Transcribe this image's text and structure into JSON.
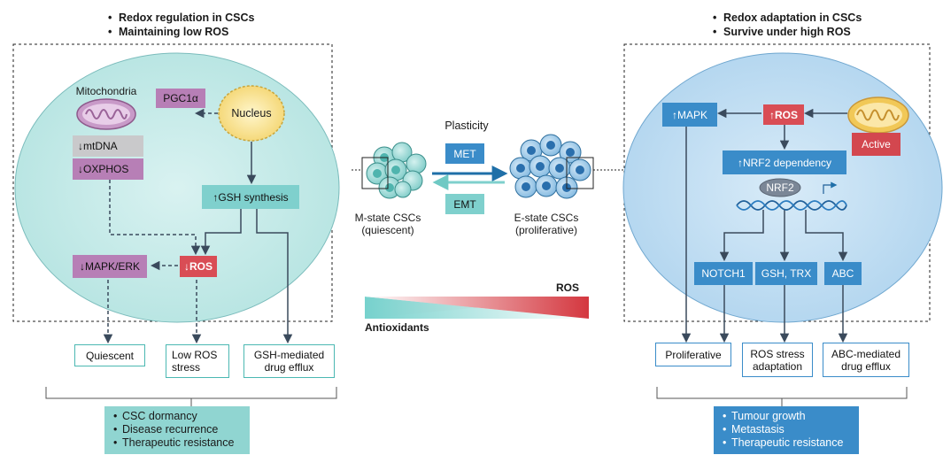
{
  "left": {
    "headers": [
      "Redox regulation in CSCs",
      "Maintaining low ROS"
    ],
    "mitochondria": "Mitochondria",
    "pgc": "PGC1α",
    "nucleus": "Nucleus",
    "mtdna": "↓mtDNA",
    "oxphos": "↓OXPHOS",
    "gsh_synthesis": "↑GSH synthesis",
    "mapk_erk": "↓MAPK/ERK",
    "ros": "↓ROS",
    "outcomes": [
      "Quiescent",
      "Low ROS stress",
      "GSH-mediated drug efflux"
    ],
    "bullets": [
      "CSC dormancy",
      "Disease recurrence",
      "Therapeutic resistance"
    ]
  },
  "middle": {
    "plasticity": "Plasticity",
    "met": "MET",
    "emt": "EMT",
    "m_state": "M-state CSCs",
    "m_state_sub": "(quiescent)",
    "e_state": "E-state CSCs",
    "e_state_sub": "(proliferative)",
    "ros_label": "ROS",
    "antioxidants_label": "Antioxidants"
  },
  "right": {
    "headers": [
      "Redox adaptation in CSCs",
      "Survive under high ROS"
    ],
    "mapk": "↑MAPK",
    "ros": "↑ROS",
    "active": "Active",
    "nrf2_dependency": "↑NRF2 dependency",
    "nrf2": "NRF2",
    "notch1": "NOTCH1",
    "gsh_trx": "GSH, TRX",
    "abc": "ABC",
    "outcomes": [
      "Proliferative",
      "ROS stress adaptation",
      "ABC-mediated drug efflux"
    ],
    "bullets": [
      "Tumour growth",
      "Metastasis",
      "Therapeutic resistance"
    ]
  },
  "colors": {
    "left_cell": "#bfe8e6",
    "right_cell": "#bcdcf1",
    "teal": "#7fd0cd",
    "purple": "#b77fb6",
    "red": "#d94d55",
    "blue": "#3a8cc9",
    "mito_yellow": "#f1c857"
  },
  "icons": [
    "mitochondria-icon",
    "nucleus-icon",
    "cell-cluster-icon",
    "dna-helix-icon",
    "arrow-icon"
  ]
}
